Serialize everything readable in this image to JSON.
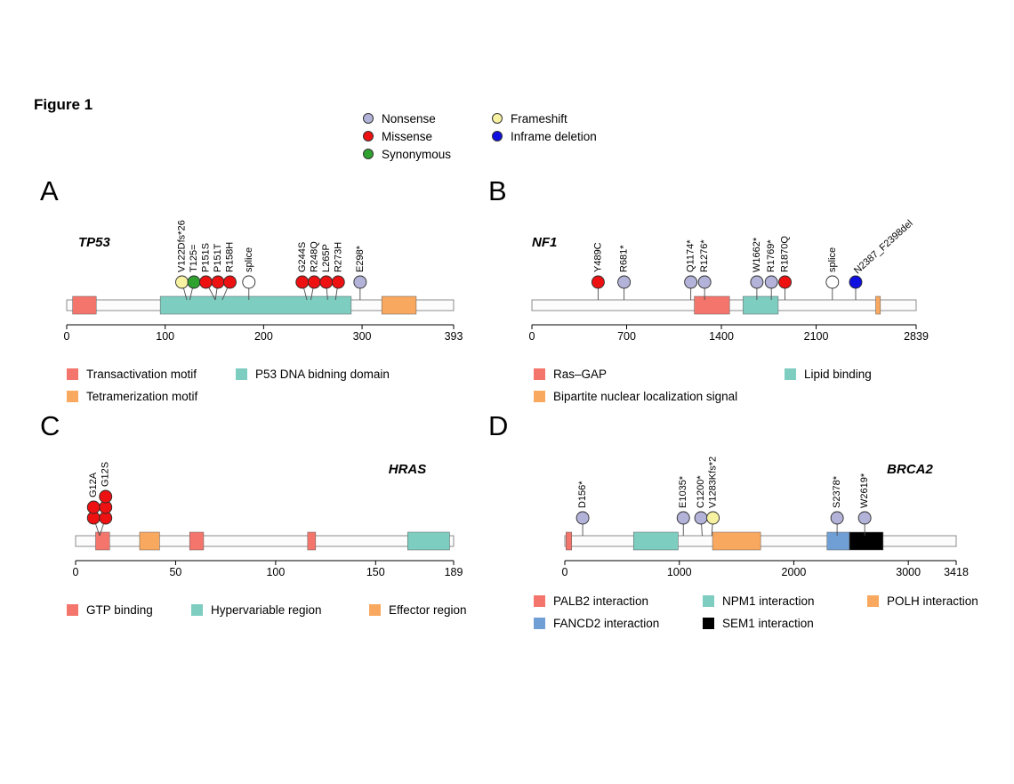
{
  "figure": {
    "title": "Figure 1"
  },
  "mutation_colors": {
    "Nonsense": "#b3b3d9",
    "Missense": "#ee1111",
    "Synonymous": "#2fa12f",
    "Frameshift": "#f7f2a2",
    "Inframe deletion": "#0f0fe0",
    "Splice": "#ffffff"
  },
  "mutation_legend": {
    "columns": [
      [
        {
          "label": "Nonsense"
        },
        {
          "label": "Missense"
        },
        {
          "label": "Synonymous"
        }
      ],
      [
        {
          "label": "Frameshift"
        },
        {
          "label": "Inframe deletion"
        }
      ]
    ]
  },
  "chart_data": [
    {
      "type": "lollipop",
      "panel": "A",
      "gene": "TP53",
      "protein_length": 393,
      "axis_ticks": [
        0,
        100,
        200,
        300,
        393
      ],
      "mutations": [
        {
          "label": "V122Dfs*26",
          "position": 122,
          "class": "Frameshift"
        },
        {
          "label": "T125=",
          "position": 125,
          "class": "Synonymous"
        },
        {
          "label": "P151S",
          "position": 151,
          "class": "Missense"
        },
        {
          "label": "P151T",
          "position": 151,
          "class": "Missense"
        },
        {
          "label": "R158H",
          "position": 158,
          "class": "Missense"
        },
        {
          "label": "splice",
          "position": 185,
          "class": "Splice"
        },
        {
          "label": "G244S",
          "position": 244,
          "class": "Missense"
        },
        {
          "label": "R248Q",
          "position": 248,
          "class": "Missense"
        },
        {
          "label": "L265P",
          "position": 265,
          "class": "Missense"
        },
        {
          "label": "R273H",
          "position": 273,
          "class": "Missense"
        },
        {
          "label": "E298*",
          "position": 298,
          "class": "Nonsense"
        }
      ],
      "domains": [
        {
          "label": "Transactivation motif",
          "color": "#f4756b",
          "segments": [
            [
              6,
              30
            ]
          ]
        },
        {
          "label": "P53 DNA bidning domain",
          "color": "#7ecdc1",
          "segments": [
            [
              95,
              289
            ]
          ]
        },
        {
          "label": "Tetramerization motif",
          "color": "#f9a85f",
          "segments": [
            [
              320,
              355
            ]
          ]
        }
      ]
    },
    {
      "type": "lollipop",
      "panel": "B",
      "gene": "NF1",
      "protein_length": 2839,
      "axis_ticks": [
        0,
        700,
        1400,
        2100,
        2839
      ],
      "mutations": [
        {
          "label": "Y489C",
          "position": 489,
          "class": "Missense"
        },
        {
          "label": "R681*",
          "position": 681,
          "class": "Nonsense"
        },
        {
          "label": "Q1174*",
          "position": 1174,
          "class": "Nonsense"
        },
        {
          "label": "R1276*",
          "position": 1276,
          "class": "Nonsense"
        },
        {
          "label": "W1662*",
          "position": 1662,
          "class": "Nonsense"
        },
        {
          "label": "R1769*",
          "position": 1769,
          "class": "Nonsense"
        },
        {
          "label": "R1870Q",
          "position": 1870,
          "class": "Missense"
        },
        {
          "label": "splice",
          "position": 2220,
          "class": "Splice"
        },
        {
          "label": "N2387_F2398del",
          "position": 2392,
          "class": "Inframe deletion",
          "label_angle": 42
        }
      ],
      "domains": [
        {
          "label": "Ras–GAP",
          "color": "#f4756b",
          "segments": [
            [
              1200,
              1460
            ]
          ]
        },
        {
          "label": "Lipid binding",
          "color": "#7ecdc1",
          "segments": [
            [
              1560,
              1820
            ]
          ]
        },
        {
          "label": "Bipartite nuclear localization signal",
          "color": "#f9a85f",
          "segments": [
            [
              2540,
              2575
            ]
          ]
        }
      ]
    },
    {
      "type": "lollipop",
      "panel": "C",
      "gene": "HRAS",
      "protein_length": 189,
      "axis_ticks": [
        0,
        50,
        100,
        150,
        189
      ],
      "mutations": [
        {
          "label": "G12A",
          "position": 12,
          "class": "Missense",
          "count": 2
        },
        {
          "label": "G12S",
          "position": 12,
          "class": "Missense",
          "count": 3
        }
      ],
      "domains": [
        {
          "label": "GTP binding",
          "color": "#f4756b",
          "segments": [
            [
              10,
              17
            ],
            [
              57,
              64
            ],
            [
              116,
              120
            ]
          ]
        },
        {
          "label": "Effector region",
          "color": "#f9a85f",
          "segments": [
            [
              32,
              42
            ]
          ]
        },
        {
          "label": "Hypervariable region",
          "color": "#7ecdc1",
          "segments": [
            [
              166,
              187
            ]
          ]
        }
      ]
    },
    {
      "type": "lollipop",
      "panel": "D",
      "gene": "BRCA2",
      "protein_length": 3418,
      "axis_ticks": [
        0,
        1000,
        2000,
        3000,
        3418
      ],
      "mutations": [
        {
          "label": "D156*",
          "position": 156,
          "class": "Nonsense"
        },
        {
          "label": "E1035*",
          "position": 1035,
          "class": "Nonsense"
        },
        {
          "label": "C1200*",
          "position": 1200,
          "class": "Nonsense"
        },
        {
          "label": "V1283Kfs*2",
          "position": 1283,
          "class": "Frameshift"
        },
        {
          "label": "S2378*",
          "position": 2378,
          "class": "Nonsense"
        },
        {
          "label": "W2619*",
          "position": 2619,
          "class": "Nonsense"
        }
      ],
      "domains": [
        {
          "label": "PALB2 interaction",
          "color": "#f4756b",
          "segments": [
            [
              10,
              60
            ]
          ]
        },
        {
          "label": "NPM1 interaction",
          "color": "#7ecdc1",
          "segments": [
            [
              600,
              990
            ]
          ]
        },
        {
          "label": "POLH interaction",
          "color": "#f9a85f",
          "segments": [
            [
              1290,
              1710
            ]
          ]
        },
        {
          "label": "FANCD2 interaction",
          "color": "#6f9fd4",
          "segments": [
            [
              2290,
              2486
            ]
          ]
        },
        {
          "label": "SEM1 interaction",
          "color": "#000000",
          "segments": [
            [
              2486,
              2780
            ]
          ]
        }
      ]
    }
  ]
}
